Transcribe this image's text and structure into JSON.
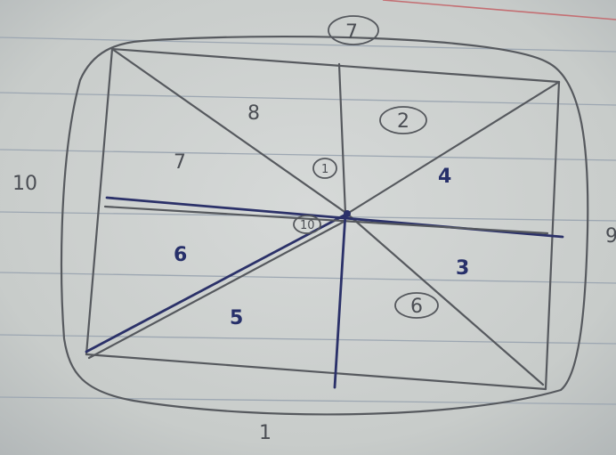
{
  "sketch": {
    "labels": {
      "top_circled": "7",
      "left_side": "10",
      "right_side": "9",
      "bottom": "1",
      "region_upper_left_top": "8",
      "region_upper_left": "7",
      "region_upper_right_circled": "2",
      "region_right_ink": "4",
      "circled_center_upper": "1",
      "circled_center": "10",
      "region_left_ink": "6",
      "region_lower_left_ink": "5",
      "region_lower_right_ink": "3",
      "region_lower_right_circled": "6"
    },
    "colors": {
      "paper": "#c9cdcc",
      "pencil": "#56595e",
      "ink": "#2b3169",
      "ruled_line": "#9da7b2",
      "margin_line": "#c46f73"
    }
  }
}
